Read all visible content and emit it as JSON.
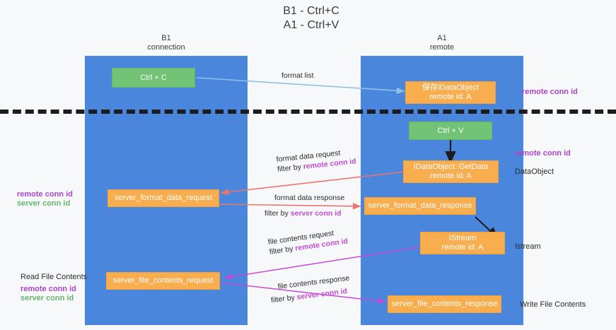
{
  "title": {
    "line1": "B1 - Ctrl+C",
    "line2": "A1 - Ctrl+V"
  },
  "lanes": [
    {
      "id": "b1",
      "name": "B1",
      "role": "connection",
      "color": "#4a86db"
    },
    {
      "id": "a1",
      "name": "A1",
      "role": "remote",
      "color": "#4a86db"
    }
  ],
  "boxes": {
    "ctrl_c": {
      "line1": "Ctrl + C",
      "line2": "",
      "color": "#72c376"
    },
    "save_idataobject": {
      "line1": "保存IDataObject",
      "line2": "remote id: A",
      "color": "#f8ad4e"
    },
    "ctrl_v": {
      "line1": "Ctrl + V",
      "line2": "",
      "color": "#72c376"
    },
    "getdata": {
      "line1": "IDataObject::GetData",
      "line2": "remote id: A",
      "color": "#f8ad4e"
    },
    "server_format_data_request": {
      "line1": "server_format_data_request",
      "line2": "",
      "color": "#f8ad4e"
    },
    "server_format_data_response": {
      "line1": "server_format_data_response",
      "line2": "",
      "color": "#f8ad4e"
    },
    "istream": {
      "line1": "IStream",
      "line2": "remote id: A",
      "color": "#f8ad4e"
    },
    "server_file_contents_request": {
      "line1": "server_file_contents_request",
      "line2": "",
      "color": "#f8ad4e"
    },
    "server_file_contents_response": {
      "line1": "server_file_contents_response",
      "line2": "",
      "color": "#f8ad4e"
    }
  },
  "arrow_labels": {
    "format_list": {
      "text": "format list",
      "filter": "",
      "filter_key": ""
    },
    "format_data_request": {
      "text": "format data request",
      "filter": "filter by ",
      "filter_key": "remote conn id"
    },
    "format_data_response": {
      "text": "format data response",
      "filter": "filter by ",
      "filter_key": "server conn id"
    },
    "file_contents_request": {
      "text": "file contents request",
      "filter": "filter by ",
      "filter_key": "remote conn id"
    },
    "file_contents_response": {
      "text": "file contents response",
      "filter": "filter by ",
      "filter_key": "server conn id"
    }
  },
  "right_labels": {
    "remote_conn_id_top": "remote conn id",
    "remote_conn_id_mid": "remote conn id",
    "dataobject": "DataObject",
    "istream": "Istream",
    "write_file_contents": "Write File Contents"
  },
  "left_labels": {
    "remote_conn_id_mid": "remote conn id",
    "server_conn_id_mid": "server conn id",
    "read_file_contents": "Read File Contents",
    "remote_conn_id_bottom": "remote conn id",
    "server_conn_id_bottom": "server conn id"
  },
  "colors": {
    "lane": "#4a86db",
    "orange": "#f8ad4e",
    "green": "#72c376",
    "purple": "#aa44cc",
    "green_text": "#63b76a",
    "divider": "#1c1c1c",
    "arrow_blue": "#8fc0e8",
    "arrow_red": "#e8766c",
    "arrow_magenta": "#c44bd4",
    "arrow_black": "#1c1c1c",
    "background": "#f7f8fa"
  }
}
